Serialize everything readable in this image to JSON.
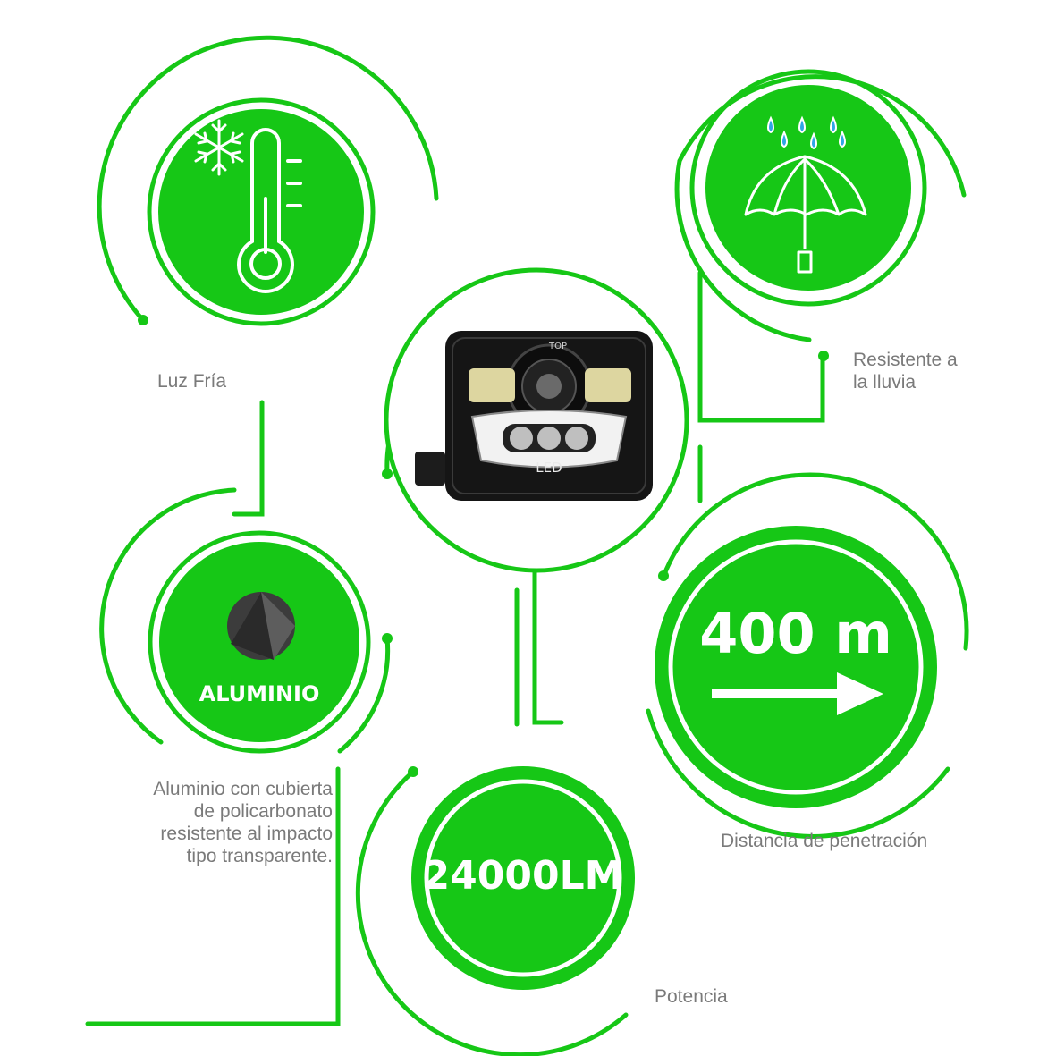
{
  "colors": {
    "green": "#16c716",
    "label_gray": "#7a7a7a",
    "white": "#ffffff",
    "headlight_body": "#151515"
  },
  "features": {
    "luz_fria": {
      "label": "Luz Fría",
      "icons": [
        "snowflake-icon",
        "thermometer-icon"
      ]
    },
    "lluvia": {
      "label_line1": "Resistente a",
      "label_line2": "la lluvia",
      "icons": [
        "rain-drops-icon",
        "umbrella-icon"
      ]
    },
    "aluminio": {
      "badge": "ALUMINIO",
      "label_lines": [
        "Aluminio con cubierta",
        "de policarbonato",
        "resistente al impacto",
        "tipo transparente."
      ],
      "icons": [
        "aluminum-sample-icon"
      ]
    },
    "distancia": {
      "value": "400 m",
      "label": "Distancia de penetración",
      "icons": [
        "arrow-right-icon"
      ]
    },
    "potencia": {
      "value": "24000LM",
      "label": "Potencia"
    }
  },
  "product": {
    "name": "led-headlight",
    "top_mark": "TOP",
    "led_mark": "LED"
  }
}
